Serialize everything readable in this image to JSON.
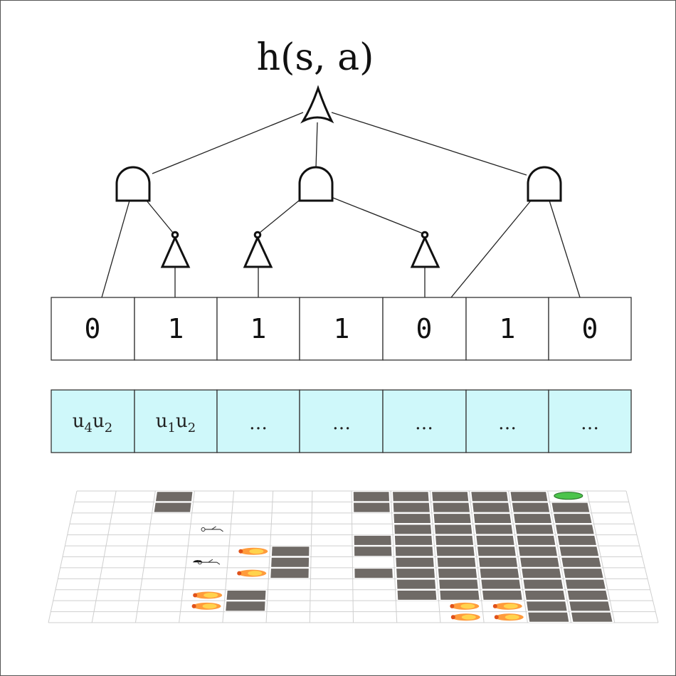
{
  "title": "h(s, a)",
  "bits": [
    "0",
    "1",
    "1",
    "1",
    "0",
    "1",
    "0"
  ],
  "features": [
    {
      "main": "u",
      "subs": [
        "4",
        "2"
      ]
    },
    {
      "main": "u",
      "subs": [
        "1",
        "2"
      ]
    },
    {
      "main": "…",
      "subs": []
    },
    {
      "main": "…",
      "subs": []
    },
    {
      "main": "…",
      "subs": []
    },
    {
      "main": "…",
      "subs": []
    },
    {
      "main": "…",
      "subs": []
    }
  ],
  "gates": {
    "root": "or-gate",
    "and_gates": [
      "and-gate-left",
      "and-gate-middle",
      "and-gate-right"
    ],
    "not_gates": [
      "not-gate-1",
      "not-gate-2",
      "not-gate-3"
    ]
  },
  "colors": {
    "feature_fill": "#cff8fa",
    "wall": "#6f6a66",
    "goal": "#4cc44c",
    "fire": "#ff8a1a"
  },
  "grid": {
    "rows": 12,
    "cols": 14,
    "walls": [
      [
        0,
        2
      ],
      [
        1,
        2
      ],
      [
        0,
        7
      ],
      [
        0,
        8
      ],
      [
        0,
        9
      ],
      [
        0,
        10
      ],
      [
        0,
        11
      ],
      [
        1,
        7
      ],
      [
        1,
        8
      ],
      [
        1,
        9
      ],
      [
        1,
        10
      ],
      [
        1,
        11
      ],
      [
        1,
        12
      ],
      [
        2,
        8
      ],
      [
        2,
        9
      ],
      [
        2,
        10
      ],
      [
        2,
        11
      ],
      [
        2,
        12
      ],
      [
        3,
        8
      ],
      [
        3,
        9
      ],
      [
        3,
        10
      ],
      [
        3,
        11
      ],
      [
        3,
        12
      ],
      [
        4,
        7
      ],
      [
        4,
        8
      ],
      [
        4,
        9
      ],
      [
        4,
        10
      ],
      [
        4,
        11
      ],
      [
        4,
        12
      ],
      [
        5,
        5
      ],
      [
        5,
        7
      ],
      [
        5,
        8
      ],
      [
        5,
        9
      ],
      [
        5,
        10
      ],
      [
        5,
        11
      ],
      [
        5,
        12
      ],
      [
        6,
        5
      ],
      [
        6,
        8
      ],
      [
        6,
        9
      ],
      [
        6,
        10
      ],
      [
        6,
        11
      ],
      [
        6,
        12
      ],
      [
        7,
        5
      ],
      [
        7,
        7
      ],
      [
        7,
        8
      ],
      [
        7,
        9
      ],
      [
        7,
        10
      ],
      [
        7,
        11
      ],
      [
        7,
        12
      ],
      [
        8,
        8
      ],
      [
        8,
        9
      ],
      [
        8,
        10
      ],
      [
        8,
        11
      ],
      [
        8,
        12
      ],
      [
        9,
        4
      ],
      [
        9,
        8
      ],
      [
        9,
        9
      ],
      [
        9,
        10
      ],
      [
        9,
        11
      ],
      [
        9,
        12
      ],
      [
        10,
        4
      ],
      [
        10,
        11
      ],
      [
        10,
        12
      ],
      [
        11,
        11
      ],
      [
        11,
        12
      ]
    ],
    "fires": [
      [
        5,
        4
      ],
      [
        7,
        4
      ],
      [
        9,
        3
      ],
      [
        10,
        3
      ],
      [
        10,
        9
      ],
      [
        10,
        10
      ],
      [
        11,
        9
      ],
      [
        11,
        10
      ]
    ],
    "agents": [
      [
        3,
        3
      ],
      [
        6,
        3
      ]
    ],
    "goal": [
      0,
      12
    ]
  }
}
